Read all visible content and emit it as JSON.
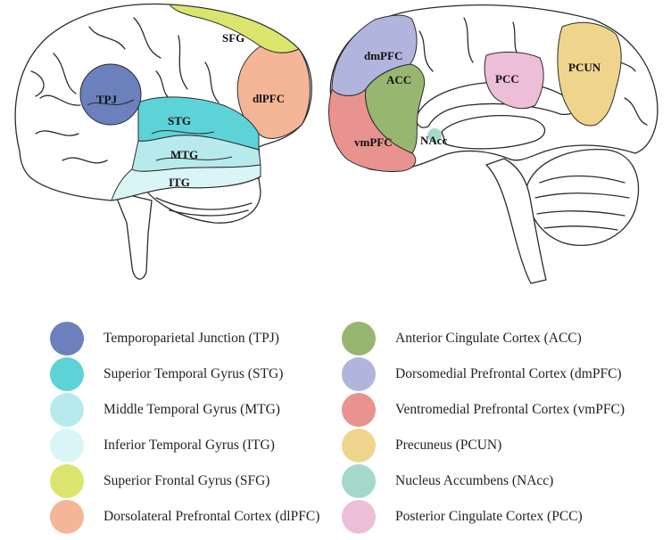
{
  "figure": {
    "lateral_labels": {
      "tpj": "TPJ",
      "stg": "STG",
      "mtg": "MTG",
      "itg": "ITG",
      "sfg": "SFG",
      "dlpfc": "dlPFC"
    },
    "medial_labels": {
      "dmpfc": "dmPFC",
      "acc": "ACC",
      "vmpfc": "vmPFC",
      "nacc": "NAcc",
      "pcc": "PCC",
      "pcun": "PCUN"
    }
  },
  "colors": {
    "tpj": "#6b80bc",
    "stg": "#5dd3d7",
    "mtg": "#b7eaed",
    "itg": "#daf5f6",
    "sfg": "#dbe56e",
    "dlpfc": "#f5b597",
    "acc": "#97b771",
    "dmpfc": "#b1b5dd",
    "vmpfc": "#e8938f",
    "pcun": "#efd58b",
    "nacc": "#a4d8ca",
    "pcc": "#edbed8",
    "outline": "#2b2b2b"
  },
  "legend": {
    "left": [
      {
        "label": "Temporoparietal Junction (TPJ)",
        "color": "#6b80bc"
      },
      {
        "label": "Superior Temporal Gyrus (STG)",
        "color": "#5dd3d7"
      },
      {
        "label": "Middle Temporal Gyrus (MTG)",
        "color": "#b7eaed"
      },
      {
        "label": "Inferior Temporal Gyrus (ITG)",
        "color": "#daf5f6"
      },
      {
        "label": "Superior Frontal Gyrus (SFG)",
        "color": "#dbe56e"
      },
      {
        "label": "Dorsolateral Prefrontal Cortex (dlPFC)",
        "color": "#f5b597"
      }
    ],
    "right": [
      {
        "label": "Anterior Cingulate Cortex (ACC)",
        "color": "#97b771"
      },
      {
        "label": "Dorsomedial Prefrontal Cortex (dmPFC)",
        "color": "#b1b5dd"
      },
      {
        "label": "Ventromedial Prefrontal Cortex (vmPFC)",
        "color": "#e8938f"
      },
      {
        "label": "Precuneus (PCUN)",
        "color": "#efd58b"
      },
      {
        "label": "Nucleus Accumbens (NAcc)",
        "color": "#a4d8ca"
      },
      {
        "label": "Posterior Cingulate Cortex (PCC)",
        "color": "#edbed8"
      }
    ]
  }
}
